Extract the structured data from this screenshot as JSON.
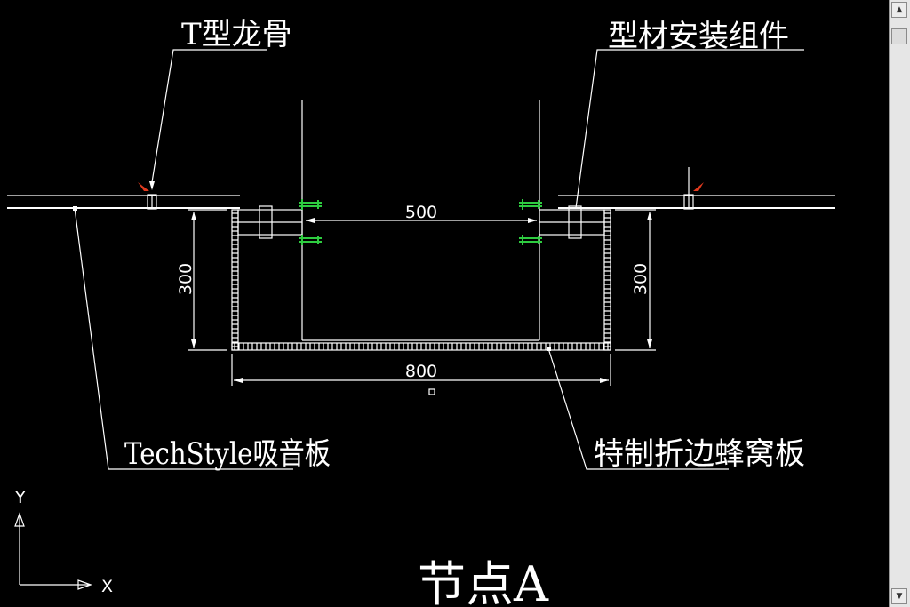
{
  "labels": {
    "t_keel": "T型龙骨",
    "profile_assembly": "型材安装组件",
    "absorb_board": "TechStyle吸音板",
    "honeycomb_board": "特制折边蜂窝板",
    "node_title": "节点A"
  },
  "dimensions": {
    "inner_width": "500",
    "outer_width": "800",
    "left_height": "300",
    "right_height": "300"
  },
  "ucs": {
    "y_axis": "Y",
    "x_axis": "X"
  },
  "colors": {
    "background": "#000000",
    "lines": "#ffffff",
    "clip_green": "#2ecc40",
    "marker_red": "#e03a1e"
  },
  "scrollbar": {
    "up_icon": "▲",
    "down_icon": "▼"
  }
}
